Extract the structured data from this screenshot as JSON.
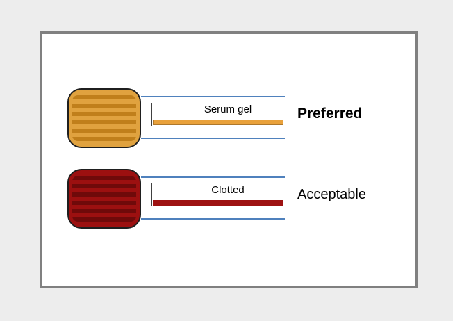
{
  "diagram": {
    "tubes": [
      {
        "label": "Serum gel",
        "status": "Preferred",
        "cap": "orange-striped-cap"
      },
      {
        "label": "Clotted",
        "status": "Acceptable",
        "cap": "dark-red-striped-cap"
      }
    ]
  },
  "colors": {
    "page-bg": "#EDEDED",
    "panel-border": "#808080",
    "tube-line": "#4F81BD",
    "shoulder-line": "#404040",
    "cap-orange": "#E0A23F",
    "cap-orange-stripe": "#C07F1B",
    "bar-orange": "#E9A13B",
    "cap-red": "#9C1010",
    "cap-red-stripe": "#6F0A0A",
    "bar-red": "#9E1212"
  }
}
